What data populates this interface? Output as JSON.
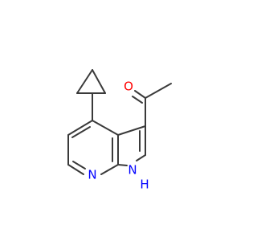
{
  "molecule": {
    "atoms": {
      "carbonyl_oxygen": {
        "label": "O",
        "color": "#ff0000"
      },
      "pyridine_nitrogen": {
        "label": "N",
        "color": "#0000ff"
      },
      "pyrrole_nitrogen": {
        "label": "N",
        "color": "#0000ff"
      },
      "pyrrole_hydrogen": {
        "label": "H",
        "color": "#0000ff"
      }
    },
    "bond_color": "#3a3a3a"
  }
}
